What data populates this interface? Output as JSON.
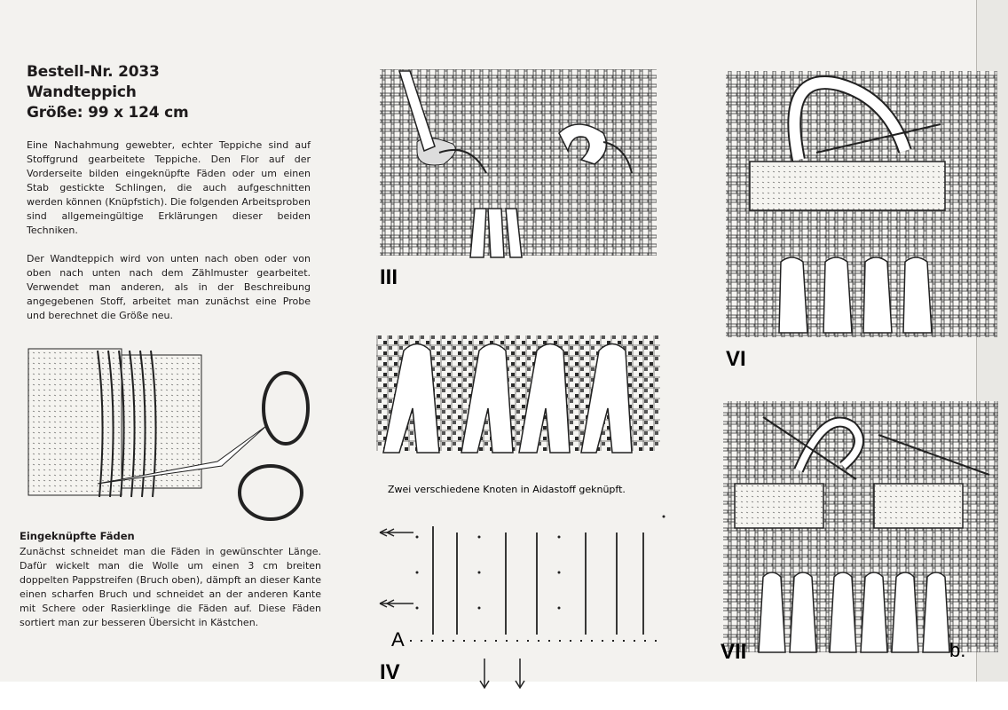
{
  "header": {
    "order_number": "Bestell-Nr. 2033",
    "title": "Wandteppich",
    "size": "Größe: 99 x 124 cm"
  },
  "intro": [
    "Eine Nachahmung gewebter, echter Teppiche sind auf Stoffgrund gearbeitete Teppiche. Den Flor auf der Vorderseite bilden eingeknüpfte Fäden oder um einen Stab gestickte Schlingen, die auch aufgeschnitten werden können (Knüpfstich). Die folgenden Arbeitsproben sind allgemeingültige Erklärungen dieser beiden Techniken.",
    "Der Wandteppich wird von unten nach oben oder von oben nach unten nach dem Zählmuster gearbeitet. Verwendet man anderen, als in der Beschreibung angegebenen Stoff, arbeitet man zunächst eine Probe und berechnet die Größe neu."
  ],
  "section": {
    "heading": "Eingeknüpfte Fäden",
    "text": "Zunächst schneidet man die Fäden in gewünschter Länge. Dafür wickelt man die Wolle um einen 3 cm breiten doppelten Pappstreifen (Bruch oben), dämpft an dieser Kante einen scharfen Bruch und schneidet an der anderen Kante mit Schere oder Rasierklinge die Fäden auf. Diese Fäden sortiert man zur besseren Übersicht in Kästchen."
  },
  "figures": {
    "fig3": "III",
    "fig4": "IV",
    "fig4_point": "A",
    "fig6": "VI",
    "fig7": "VII",
    "fig7_sub": "b.",
    "caption": "Zwei verschiedene Knoten in Aidastoff geknüpft."
  }
}
